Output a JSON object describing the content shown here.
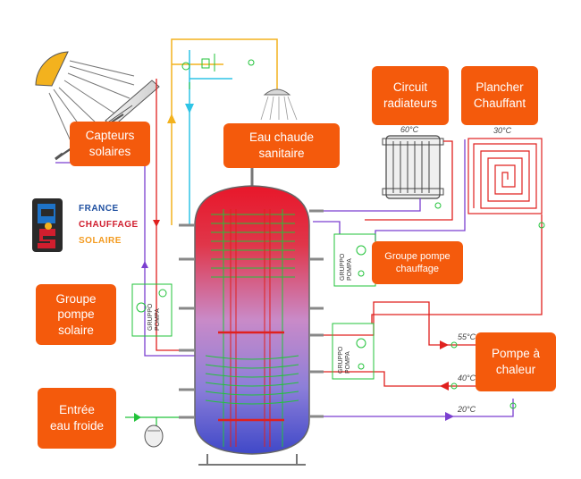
{
  "labels": {
    "capteurs": "Capteurs\nsolaires",
    "eau_chaude": "Eau chaude\nsanitaire",
    "circuit_radiateurs": "Circuit\nradiateurs",
    "plancher": "Plancher\nChauffant",
    "groupe_chauffage": "Groupe pompe\nchauffage",
    "groupe_solaire": "Groupe\npompe\nsolaire",
    "pompe_chaleur": "Pompe à\nchaleur",
    "entree_eau": "Entrée\neau froide"
  },
  "logo": {
    "line1": "FRANCE",
    "line2": "CHAUFFAGE",
    "line3": "SOLAIRE",
    "monogram": "FCS"
  },
  "temperatures": {
    "radiator": "60°C",
    "floor": "30°C",
    "t55": "55°C",
    "t40": "40°C",
    "t20": "20°C"
  },
  "gruppo": {
    "word1": "GRUPPO",
    "word2": "POMPA"
  },
  "colors": {
    "label_bg": "#f45a0c",
    "hot": "#e0201e",
    "cold": "#7b3fd0",
    "pipe_yellow": "#f3b21e",
    "pipe_cyan": "#2ec4e6",
    "green": "#22c33a"
  }
}
